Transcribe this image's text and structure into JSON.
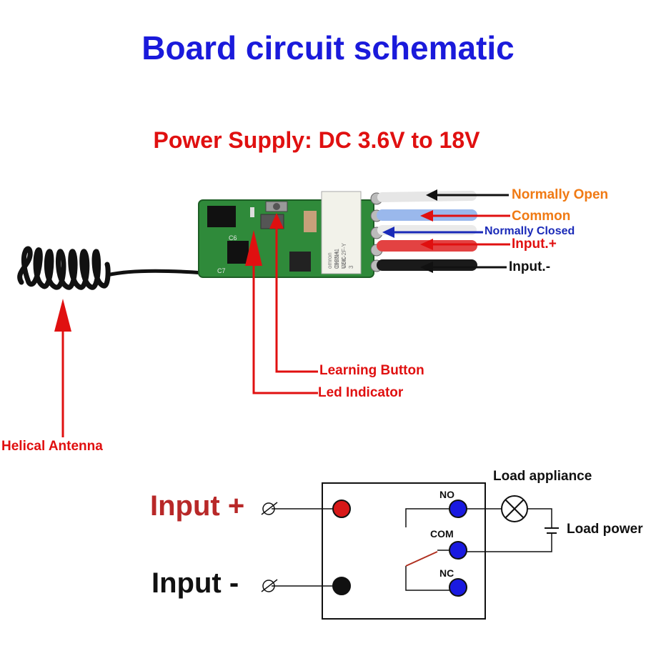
{
  "title": "Board circuit schematic",
  "power_supply": "Power Supply: DC 3.6V to 18V",
  "wires": {
    "normally_open": "Normally Open",
    "common": "Common",
    "normally_closed": "Normally Closed",
    "input_plus": "Input.+",
    "input_minus": "Input.-"
  },
  "board": {
    "learning_button": "Learning Button",
    "led_indicator": "Led Indicator",
    "antenna": "Helical Antenna",
    "relay_text": [
      "0923H1",
      "G5K-2F-Y",
      "3",
      "VDC",
      "CHINA",
      "omron"
    ],
    "pcb_labels": [
      "C6",
      "C7"
    ]
  },
  "schematic": {
    "input_plus": "Input +",
    "input_minus": "Input -",
    "no": "NO",
    "com": "COM",
    "nc": "NC",
    "load_appliance": "Load appliance",
    "load_power": "Load power"
  },
  "colors": {
    "title_blue": "#1a1adb",
    "red": "#e01010",
    "orange": "#f07a14",
    "terminal_blue": "#1a1ae0",
    "terminal_red": "#d81818"
  }
}
